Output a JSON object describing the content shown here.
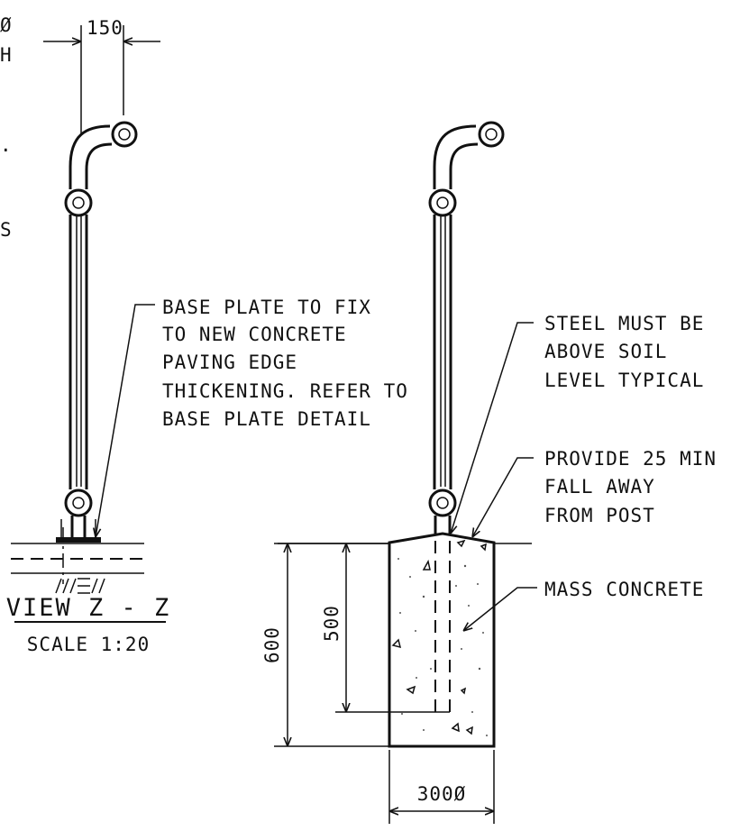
{
  "dimensions": {
    "top_width": "150",
    "depth_total": "600",
    "depth_embed": "500",
    "footing_dia": "300Ø"
  },
  "left_edge_fragments": [
    "Ø",
    "H",
    ".",
    "S"
  ],
  "notes": {
    "base_plate": [
      "BASE PLATE TO FIX",
      "TO NEW CONCRETE",
      "PAVING EDGE",
      "THICKENING. REFER TO",
      "BASE PLATE DETAIL"
    ],
    "steel": [
      "STEEL MUST BE",
      "ABOVE SOIL",
      "LEVEL TYPICAL"
    ],
    "fall": [
      "PROVIDE 25 MIN",
      "FALL AWAY",
      "FROM POST"
    ],
    "mass_concrete": "MASS CONCRETE"
  },
  "view": {
    "title": "VIEW Z - Z",
    "scale": "SCALE 1:20"
  }
}
